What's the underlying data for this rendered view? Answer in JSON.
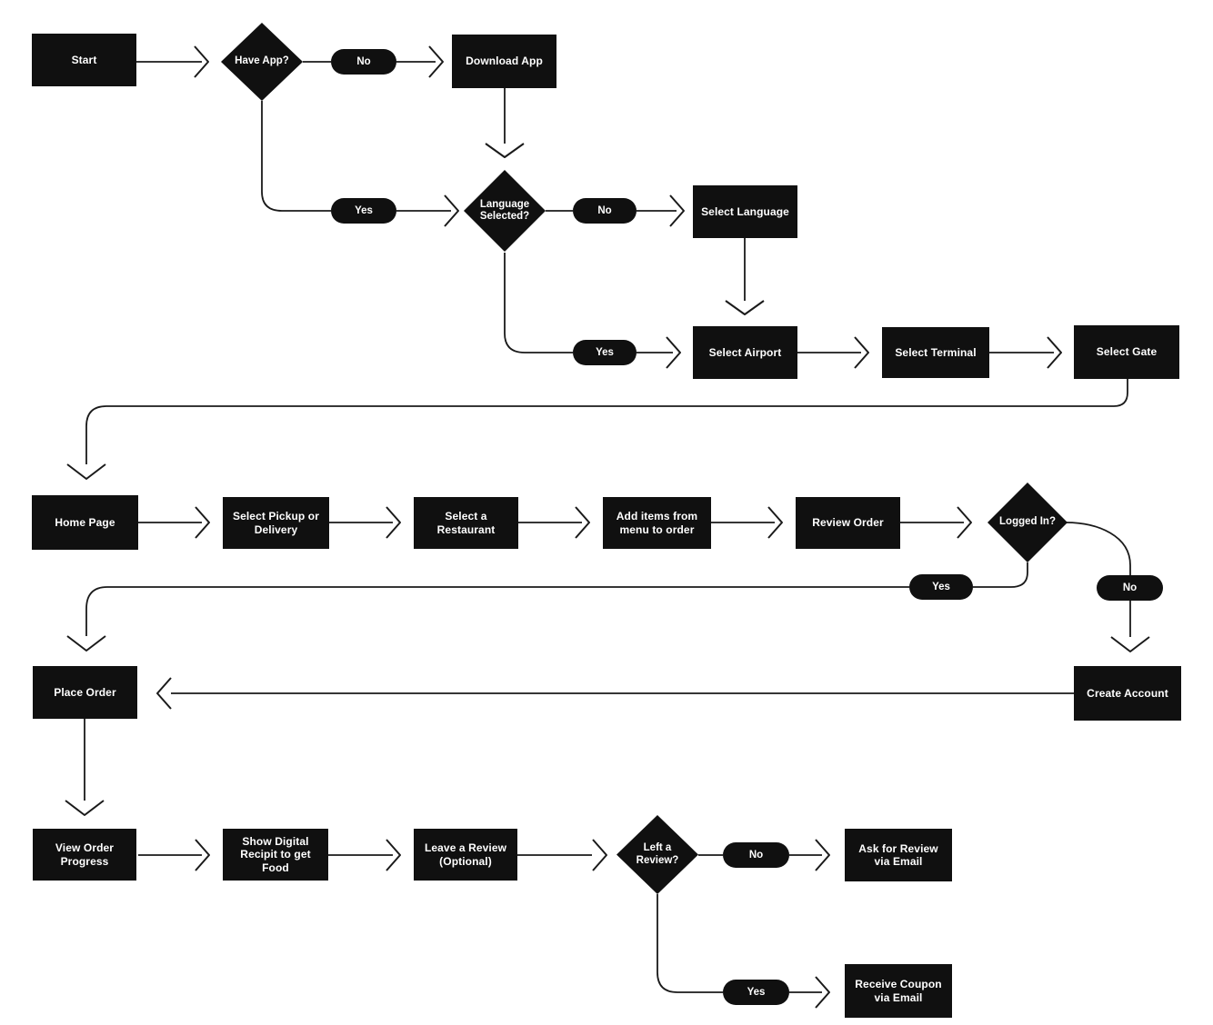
{
  "diagram": {
    "background_color": "#ffffff",
    "node_fill_color": "#101010",
    "node_text_color": "#ffffff",
    "line_color": "#1a1a1a",
    "nodes": {
      "start": {
        "label": "Start",
        "shape": "rect"
      },
      "have_app": {
        "label": "Have App?",
        "shape": "diamond"
      },
      "download_app": {
        "label": "Download App",
        "shape": "rect"
      },
      "language_selected": {
        "label": "Language\nSelected?",
        "shape": "diamond"
      },
      "select_language": {
        "label": "Select Language",
        "shape": "rect"
      },
      "select_airport": {
        "label": "Select Airport",
        "shape": "rect"
      },
      "select_terminal": {
        "label": "Select Terminal",
        "shape": "rect"
      },
      "select_gate": {
        "label": "Select Gate",
        "shape": "rect"
      },
      "home_page": {
        "label": "Home Page",
        "shape": "rect"
      },
      "select_pickup": {
        "label": "Select Pickup or\nDelivery",
        "shape": "rect"
      },
      "select_restaurant": {
        "label": "Select a\nRestaurant",
        "shape": "rect"
      },
      "add_items": {
        "label": "Add items from\nmenu to order",
        "shape": "rect"
      },
      "review_order": {
        "label": "Review Order",
        "shape": "rect"
      },
      "logged_in": {
        "label": "Logged In?",
        "shape": "diamond"
      },
      "place_order": {
        "label": "Place Order",
        "shape": "rect"
      },
      "create_account": {
        "label": "Create Account",
        "shape": "rect"
      },
      "view_order_progress": {
        "label": "View Order\nProgress",
        "shape": "rect"
      },
      "show_digital_receipt": {
        "label": "Show Digital\nRecipit to get\nFood",
        "shape": "rect"
      },
      "leave_review": {
        "label": "Leave a Review\n(Optional)",
        "shape": "rect"
      },
      "left_review": {
        "label": "Left a\nReview?",
        "shape": "diamond"
      },
      "ask_for_review": {
        "label": "Ask for Review\nvia Email",
        "shape": "rect"
      },
      "receive_coupon": {
        "label": "Receive Coupon\nvia Email",
        "shape": "rect"
      }
    },
    "edge_labels": {
      "have_app_no": "No",
      "have_app_yes": "Yes",
      "language_no": "No",
      "language_yes": "Yes",
      "logged_in_yes": "Yes",
      "logged_in_no": "No",
      "left_review_no": "No",
      "left_review_yes": "Yes"
    }
  }
}
